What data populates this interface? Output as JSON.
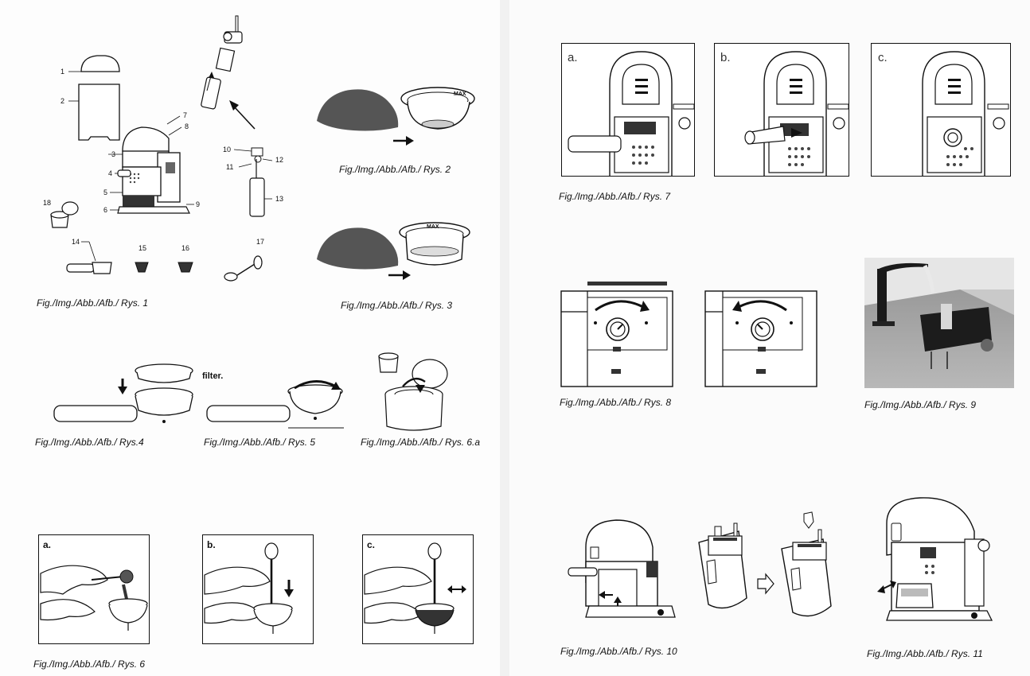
{
  "captions": {
    "fig1": "Fig./Img./Abb./Afb./ Rys. 1",
    "fig2": "Fig./Img./Abb./Afb./ Rys. 2",
    "fig3": "Fig./Img./Abb./Afb./ Rys. 3",
    "fig4": "Fig./Img./Abb./Afb./ Rys.4",
    "fig5": "Fig./Img./Abb./Afb./ Rys. 5",
    "fig6a": "Fig./Img./Abb./Afb./ Rys. 6.a",
    "fig6": "Fig./Img./Abb./Afb./ Rys. 6",
    "fig7": "Fig./Img./Abb./Afb./ Rys. 7",
    "fig8": "Fig./Img./Abb./Afb./ Rys. 8",
    "fig9": "Fig./Img./Abb./Afb./ Rys. 9",
    "fig10": "Fig./Img./Abb./Afb./ Rys. 10",
    "fig11": "Fig./Img./Abb./Afb./ Rys. 11"
  },
  "fig1_parts": [
    "1",
    "2",
    "3",
    "4",
    "5",
    "6",
    "7",
    "8",
    "9",
    "10",
    "11",
    "12",
    "13",
    "14",
    "15",
    "16",
    "17",
    "18"
  ],
  "fig2_mark": "MAX",
  "fig3_mark": "MAX",
  "fig5_word": "filter.",
  "fig6_panels": [
    "a.",
    "b.",
    "c."
  ],
  "fig7_panels": [
    "a.",
    "b.",
    "c."
  ]
}
